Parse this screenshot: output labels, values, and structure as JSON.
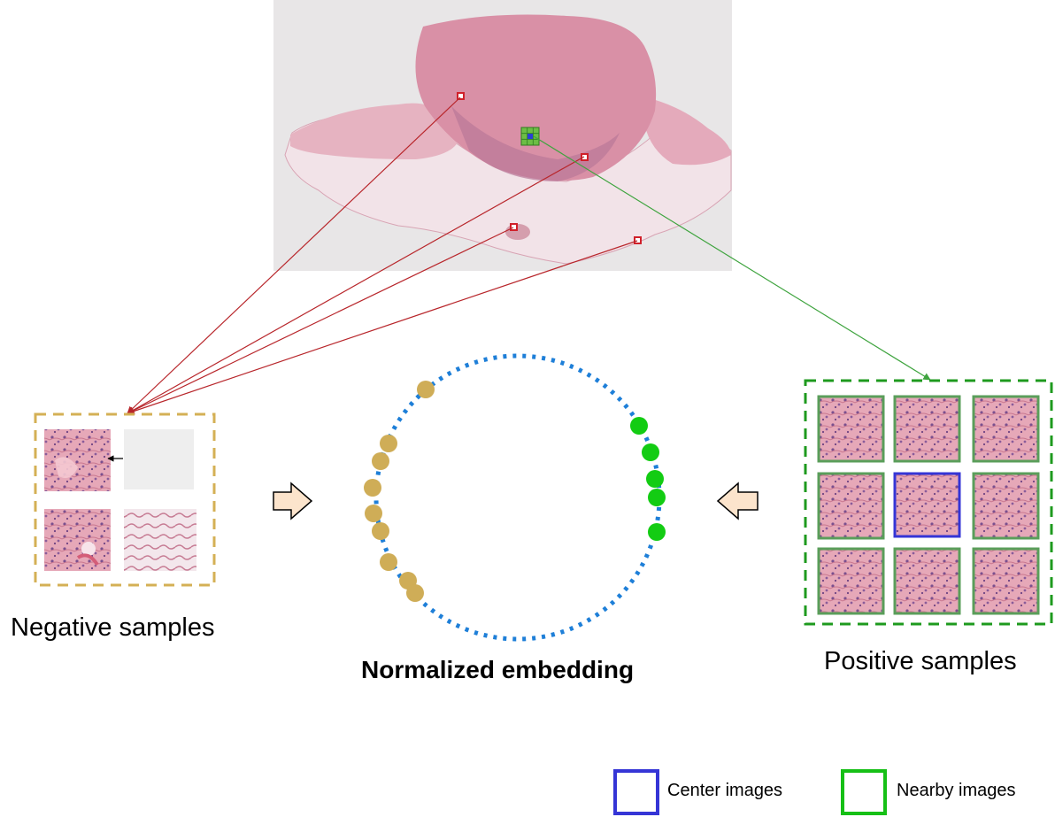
{
  "labels": {
    "negative_samples": "Negative samples",
    "positive_samples": "Positive samples",
    "normalized_embedding": "Normalized embedding"
  },
  "legend": {
    "center_images": "Center images",
    "nearby_images": "Nearby images"
  },
  "colors": {
    "negative_accent": "#D4B055",
    "positive_accent": "#1E9A1E",
    "nearby_tile_border": "#5A9E5A",
    "center_tile_border": "#3535D6",
    "legend_center": "#3535D6",
    "legend_nearby": "#16C016",
    "embedding_circle": "#1E7FD8",
    "negative_point": "#CFAD57",
    "positive_point": "#13CC13",
    "negative_link": "#B8262B",
    "positive_link": "#3FA43F",
    "arrow_fill": "#FCE4CC",
    "tissue": "#D98CA2"
  },
  "icons": {
    "left_arrow": "hollow-arrow-right-icon",
    "right_arrow": "hollow-arrow-left-icon"
  }
}
